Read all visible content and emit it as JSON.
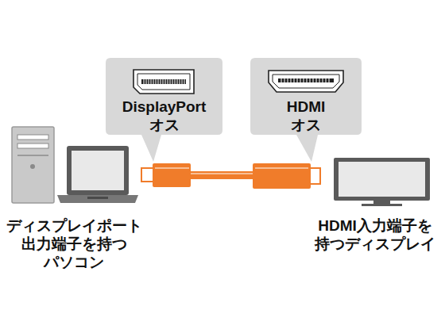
{
  "diagram": {
    "nodes": [
      {
        "text": [
          "DisplayPort オス"
        ]
      },
      {
        "text": [
          "HDMI オス"
        ]
      }
    ],
    "labels": [
      "ディスプレイポート 出力端子を持つ パソコン",
      "HDMI入力端子を 持つディスプレイ"
    ]
  }
}
